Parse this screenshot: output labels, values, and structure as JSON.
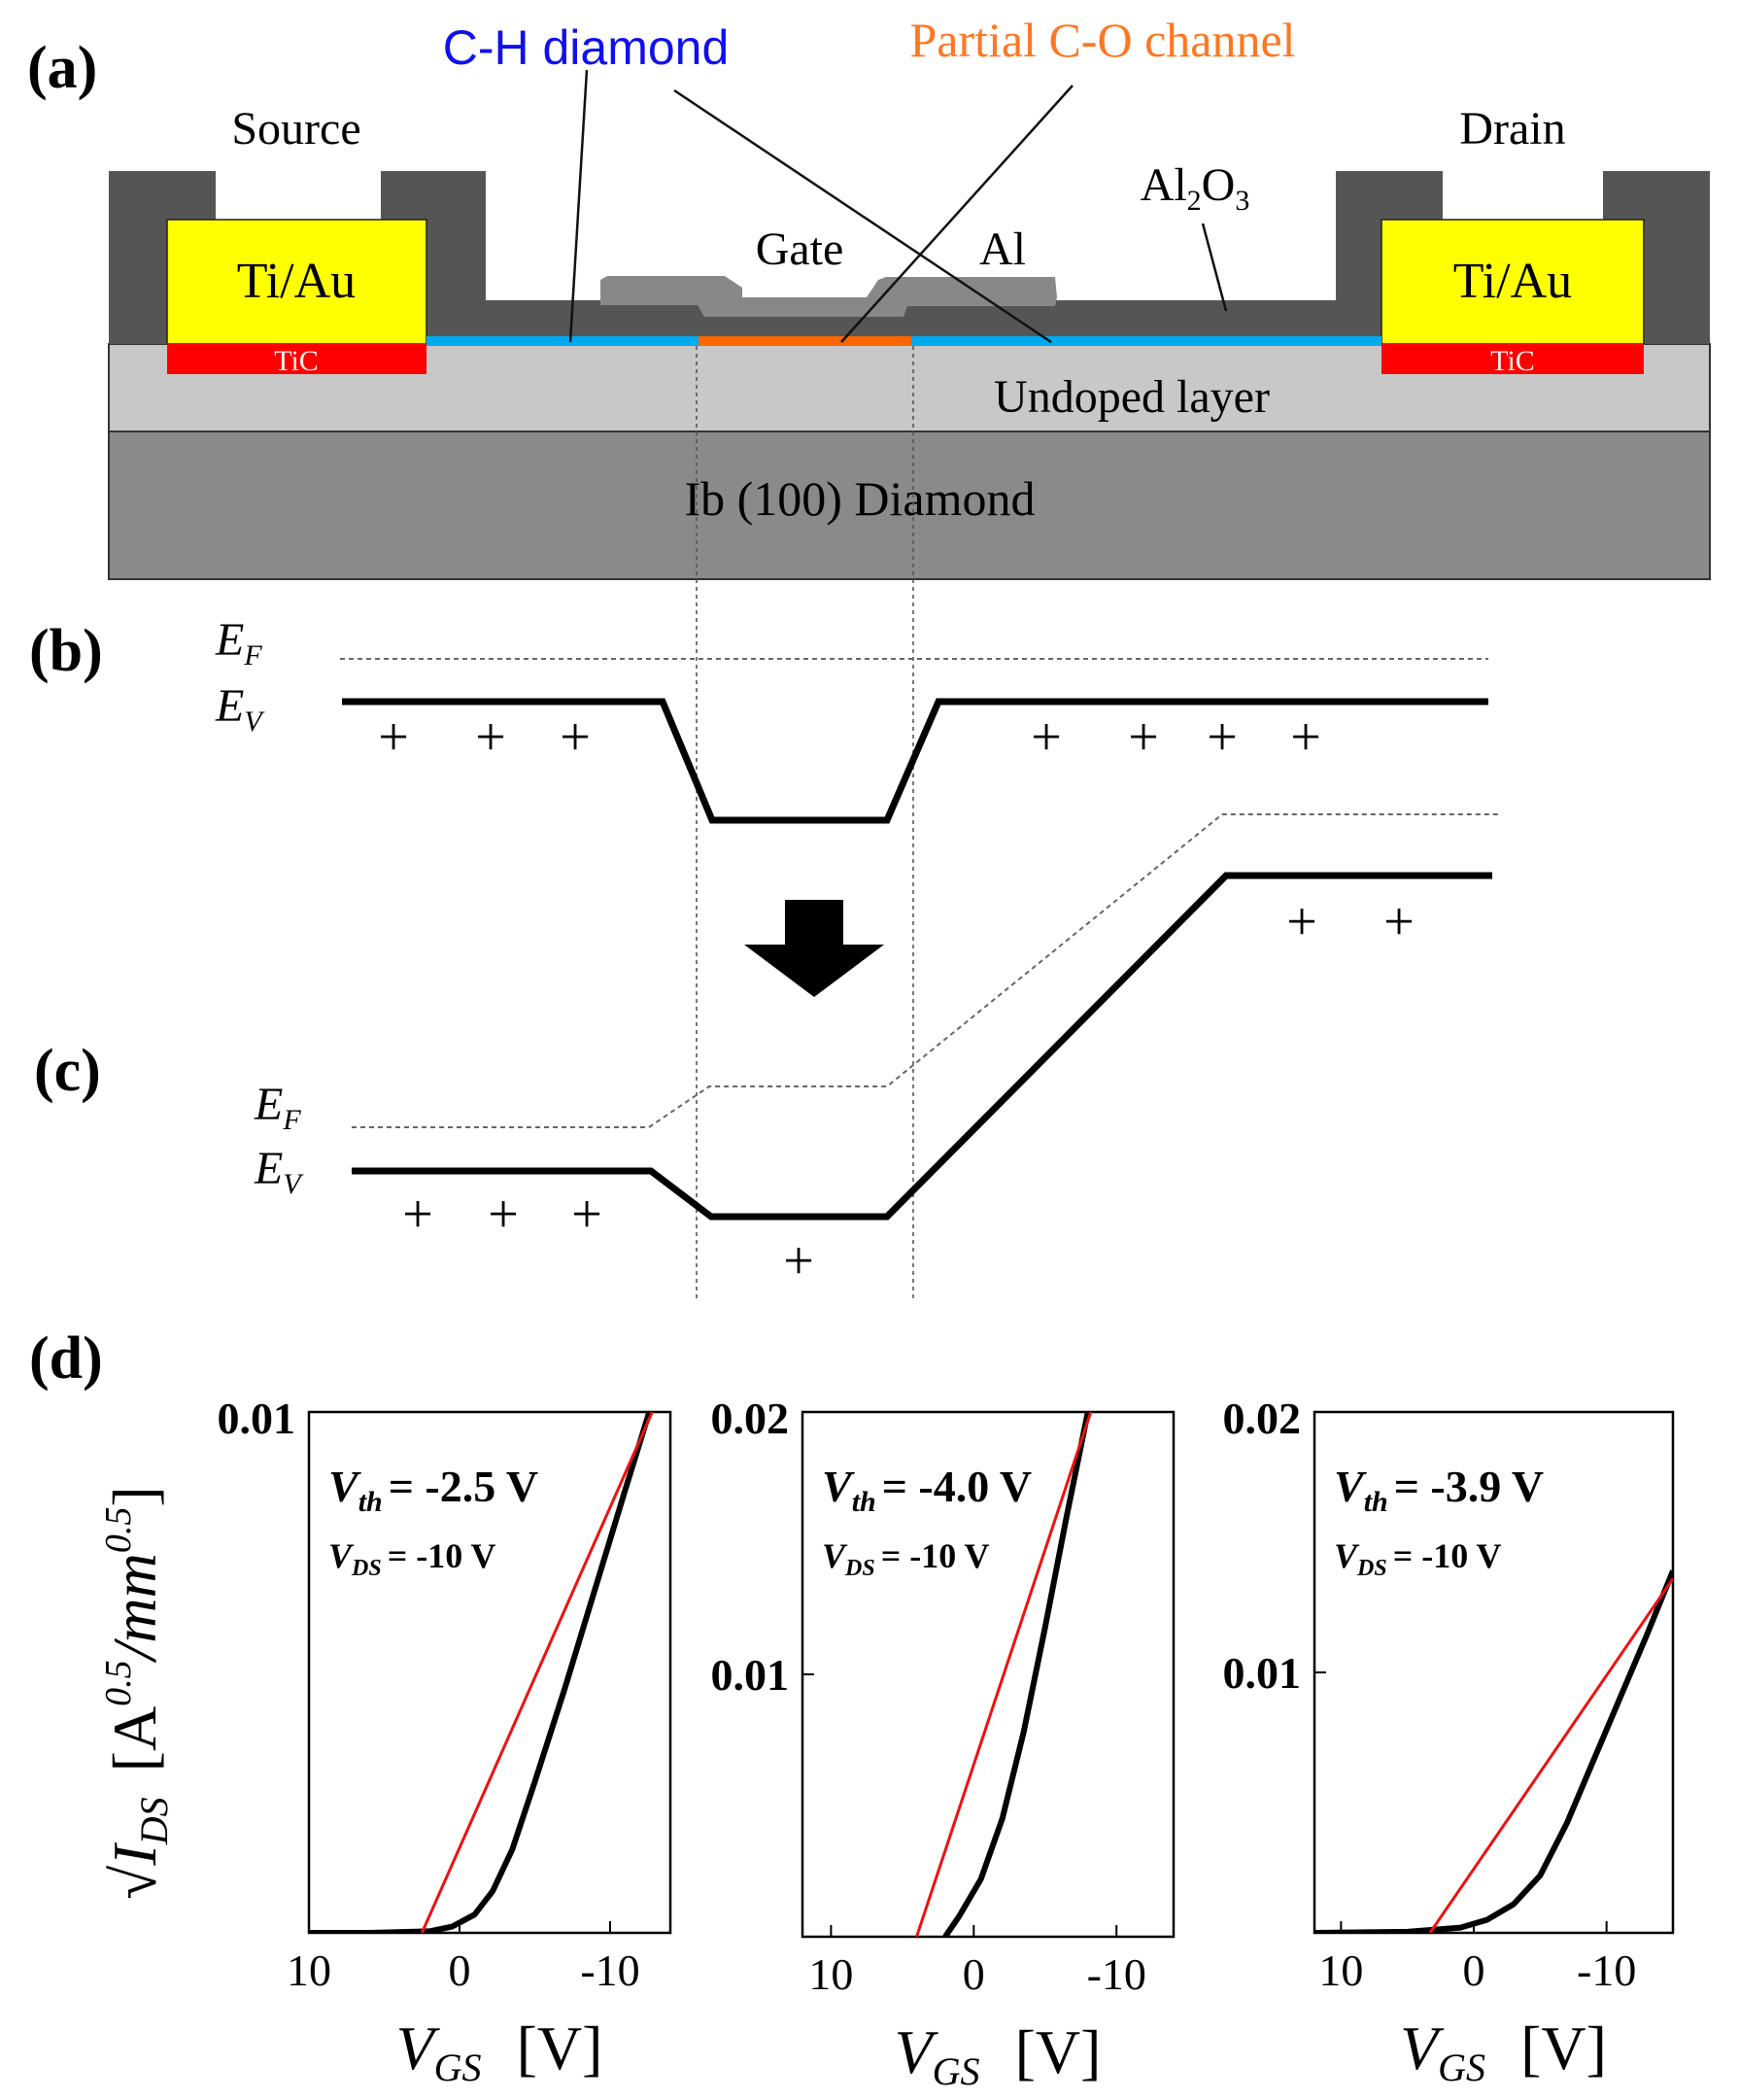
{
  "panels": {
    "a": "(a)",
    "b": "(b)",
    "c": "(c)",
    "d": "(d)"
  },
  "structure": {
    "source": "Source",
    "drain": "Drain",
    "ch_diamond": "C-H diamond",
    "partial_channel": "Partial C-O channel",
    "gate": "Gate",
    "al": "Al",
    "al2o3": "Al2O3",
    "ti_au": "Ti/Au",
    "tic": "TiC",
    "undoped": "Undoped layer",
    "substrate": "Ib (100) Diamond",
    "colors": {
      "ti_au": "#ffff00",
      "tic": "#ff0000",
      "ch_layer": "#00aaee",
      "co_layer": "#ff6600",
      "al2o3": "#555555",
      "gate_metal": "#888888",
      "undoped": "#c8c8c8",
      "substrate": "#8a8a8a",
      "ch_label": "#1010ee",
      "co_label": "#ff7722"
    }
  },
  "band": {
    "ef": "E",
    "ef_sub": "F",
    "ev": "E",
    "ev_sub": "V",
    "plus": "+"
  },
  "chart_data": [
    {
      "type": "line",
      "ymax_label": "0.01",
      "ymid_label": "",
      "ylim": [
        0,
        0.01
      ],
      "xlim": [
        10,
        -14
      ],
      "xticks": [
        "10",
        "0",
        "-10"
      ],
      "xtick_values": [
        10,
        0,
        -10
      ],
      "vth_label": "= -2.5 V",
      "vds_label": "= -10 V",
      "curve": [
        [
          12,
          0
        ],
        [
          6,
          0
        ],
        [
          2,
          3e-05
        ],
        [
          0.5,
          0.00012
        ],
        [
          -1,
          0.00035
        ],
        [
          -2.2,
          0.0008
        ],
        [
          -3.5,
          0.0016
        ],
        [
          -5,
          0.0029
        ],
        [
          -7,
          0.0047
        ],
        [
          -9,
          0.0066
        ],
        [
          -11,
          0.0085
        ],
        [
          -12.6,
          0.01
        ]
      ],
      "fit": [
        [
          2.5,
          0
        ],
        [
          -12.8,
          0.01
        ]
      ]
    },
    {
      "type": "line",
      "ymax_label": "0.02",
      "ymid_label": "0.01",
      "ylim": [
        0,
        0.02
      ],
      "xlim": [
        12,
        -14
      ],
      "xticks": [
        "10",
        "0",
        "-10"
      ],
      "xtick_values": [
        10,
        0,
        -10
      ],
      "vth_label": "= -4.0 V",
      "vds_label": "= -10 V",
      "curve": [
        [
          2,
          0
        ],
        [
          1,
          0.0008
        ],
        [
          -0.5,
          0.0022
        ],
        [
          -2,
          0.0045
        ],
        [
          -3.5,
          0.0078
        ],
        [
          -5,
          0.0118
        ],
        [
          -6.5,
          0.016
        ],
        [
          -8,
          0.02
        ]
      ],
      "fit": [
        [
          4,
          0
        ],
        [
          -8.2,
          0.02
        ]
      ]
    },
    {
      "type": "line",
      "ymax_label": "0.02",
      "ymid_label": "0.01",
      "ylim": [
        0,
        0.02
      ],
      "xlim": [
        12,
        -15
      ],
      "xticks": [
        "10",
        "0",
        "-10"
      ],
      "xtick_values": [
        10,
        0,
        -10
      ],
      "vth_label": "= -3.9 V",
      "vds_label": "= -10 V",
      "curve": [
        [
          12,
          0
        ],
        [
          5,
          4e-05
        ],
        [
          1,
          0.0002
        ],
        [
          -1,
          0.0005
        ],
        [
          -3,
          0.0011
        ],
        [
          -5,
          0.0022
        ],
        [
          -7,
          0.0042
        ],
        [
          -9,
          0.0066
        ],
        [
          -11,
          0.009
        ],
        [
          -13,
          0.0114
        ],
        [
          -15,
          0.0139
        ]
      ],
      "fit": [
        [
          3.3,
          0
        ],
        [
          -15,
          0.0136
        ]
      ]
    }
  ],
  "axes": {
    "ylabel": "√I",
    "ylabel_sub": "DS",
    "yunit": "[A",
    "yunit_sup1": "0.5",
    "yunit_mid": "/mm",
    "yunit_sup2": "0.5",
    "yunit_end": "]",
    "vth_sym": "V",
    "vth_sub": "th",
    "vds_sym": "V",
    "vds_sub": "DS",
    "xlabel": "V",
    "xlabel_sub": "GS",
    "xunit": "[V]"
  }
}
